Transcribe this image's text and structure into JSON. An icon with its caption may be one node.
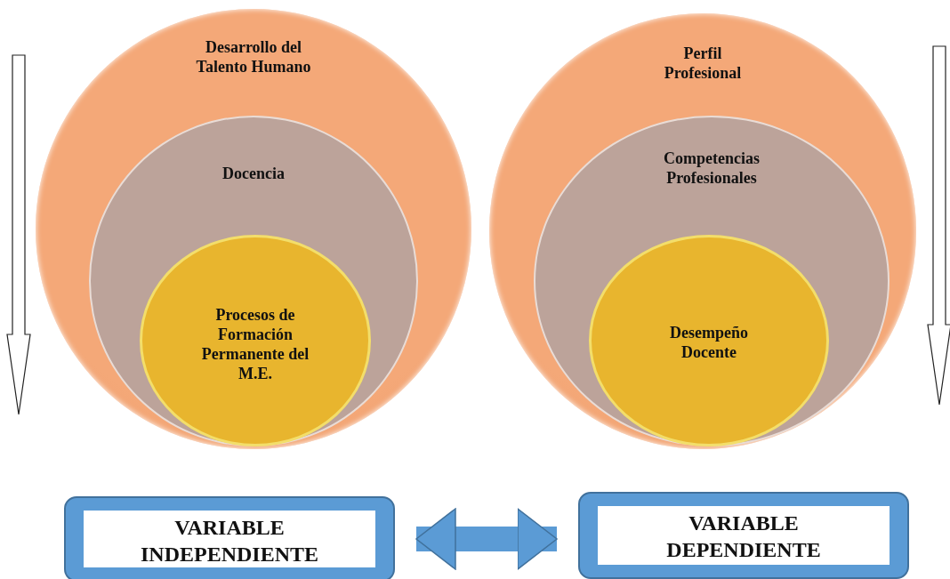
{
  "diagram": {
    "nodes": [
      {
        "text": [
          "Desarrollo del Talento Humano"
        ]
      },
      {
        "text": [
          "Docencia"
        ],
        "in": 0
      },
      {
        "text": [
          "Procesos de Formación Permanente del M.E."
        ],
        "in": 1
      },
      {
        "text": [
          "Perfil Profesional"
        ]
      },
      {
        "text": [
          "Competencias Profesionales"
        ],
        "in": 3
      },
      {
        "text": [
          "Desempeño Docente"
        ],
        "in": 4
      },
      {
        "text": [
          "VARIABLE INDEPENDIENTE"
        ]
      },
      {
        "text": [
          "VARIABLE DEPENDIENTE"
        ]
      }
    ],
    "edges": [
      {
        "from": 6,
        "to": 7,
        "arrow": "both"
      }
    ]
  }
}
